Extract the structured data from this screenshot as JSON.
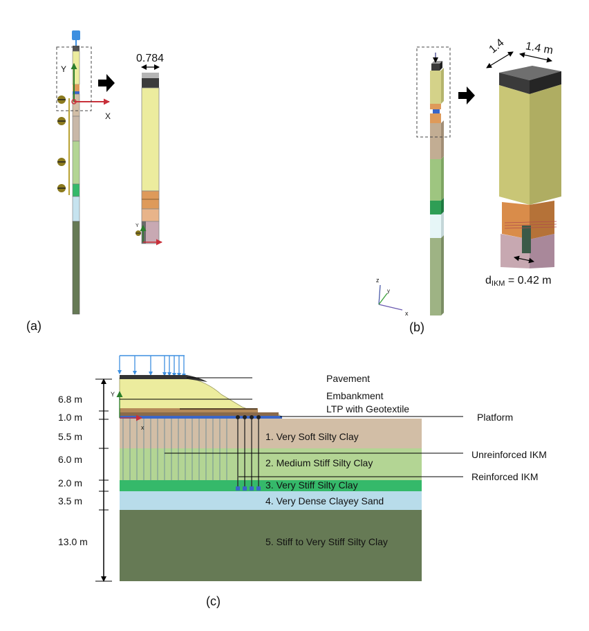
{
  "panels": {
    "a": "(a)",
    "b": "(b)",
    "c": "(c)"
  },
  "panel_a": {
    "width_label": "0.784",
    "axis_y": "Y",
    "axis_x": "X",
    "zoom_axis_y": "Y"
  },
  "panel_b": {
    "dim_1": "1.4",
    "dim_2": "1.4 m",
    "diameter_main": "d",
    "diameter_sub": "IKM",
    "diameter_value": " = 0.42 m",
    "axis_z": "z",
    "axis_y": "y",
    "axis_x": "x"
  },
  "panel_c": {
    "axis_y": "Y",
    "axis_x": "x",
    "thickness_labels": [
      "6.8 m",
      "1.0 m",
      "5.5 m",
      "6.0 m",
      "2.0 m",
      "3.5 m",
      "13.0 m"
    ],
    "structure_labels": [
      "Pavement",
      "Embankment",
      "LTP with Geotextile",
      "Platform",
      "Unreinforced IKM",
      "Reinforced IKM"
    ],
    "layer_labels": [
      "1. Very Soft Silty Clay",
      "2. Medium Stiff Silty Clay",
      "3. Very Stiff Silty Clay",
      "4. Very Dense Clayey Sand",
      "5. Stiff to Very Stiff Silty Clay"
    ]
  },
  "colors": {
    "embankment": "#ecec9e",
    "soft_clay": "#d2bea6",
    "medium_clay": "#b3d594",
    "stiff_clay": "#35b96a",
    "clayey_sand": "#b8dcea",
    "deep_clay": "#667a55",
    "platform": "#de9a5a",
    "load": "#3d8fe0"
  }
}
